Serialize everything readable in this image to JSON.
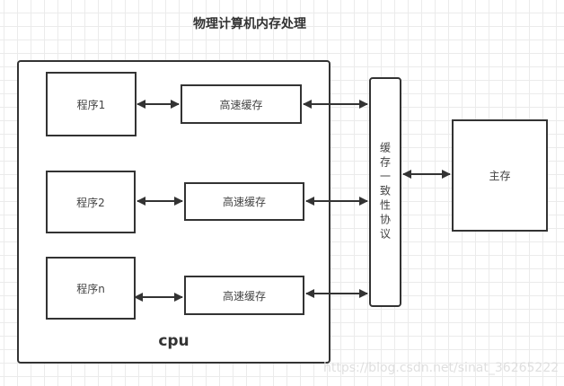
{
  "title": "物理计算机内存处理",
  "cpu": {
    "label": "cpu",
    "rows": [
      {
        "program": "程序1",
        "cache": "高速缓存"
      },
      {
        "program": "程序2",
        "cache": "高速缓存"
      },
      {
        "program": "程序n",
        "cache": "高速缓存"
      }
    ]
  },
  "coherence_protocol": "缓存一致性协议",
  "main_memory": "主存",
  "watermark": "https://blog.csdn.net/sinat_36265222"
}
